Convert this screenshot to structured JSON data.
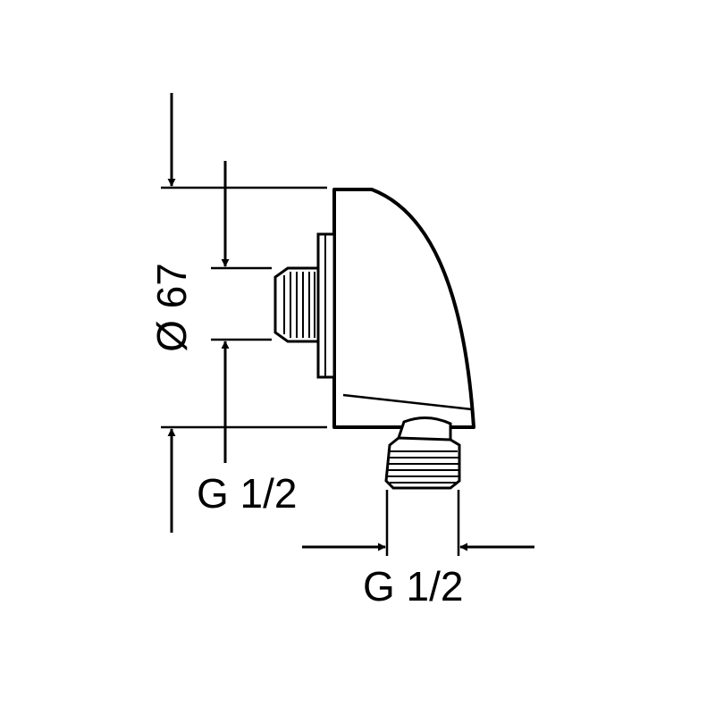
{
  "drawing": {
    "diameter_label": "Ø 67",
    "inlet_thread_label": "G 1/2",
    "outlet_thread_label": "G 1/2",
    "ink_color": "#000000",
    "paper_color": "#ffffff"
  }
}
